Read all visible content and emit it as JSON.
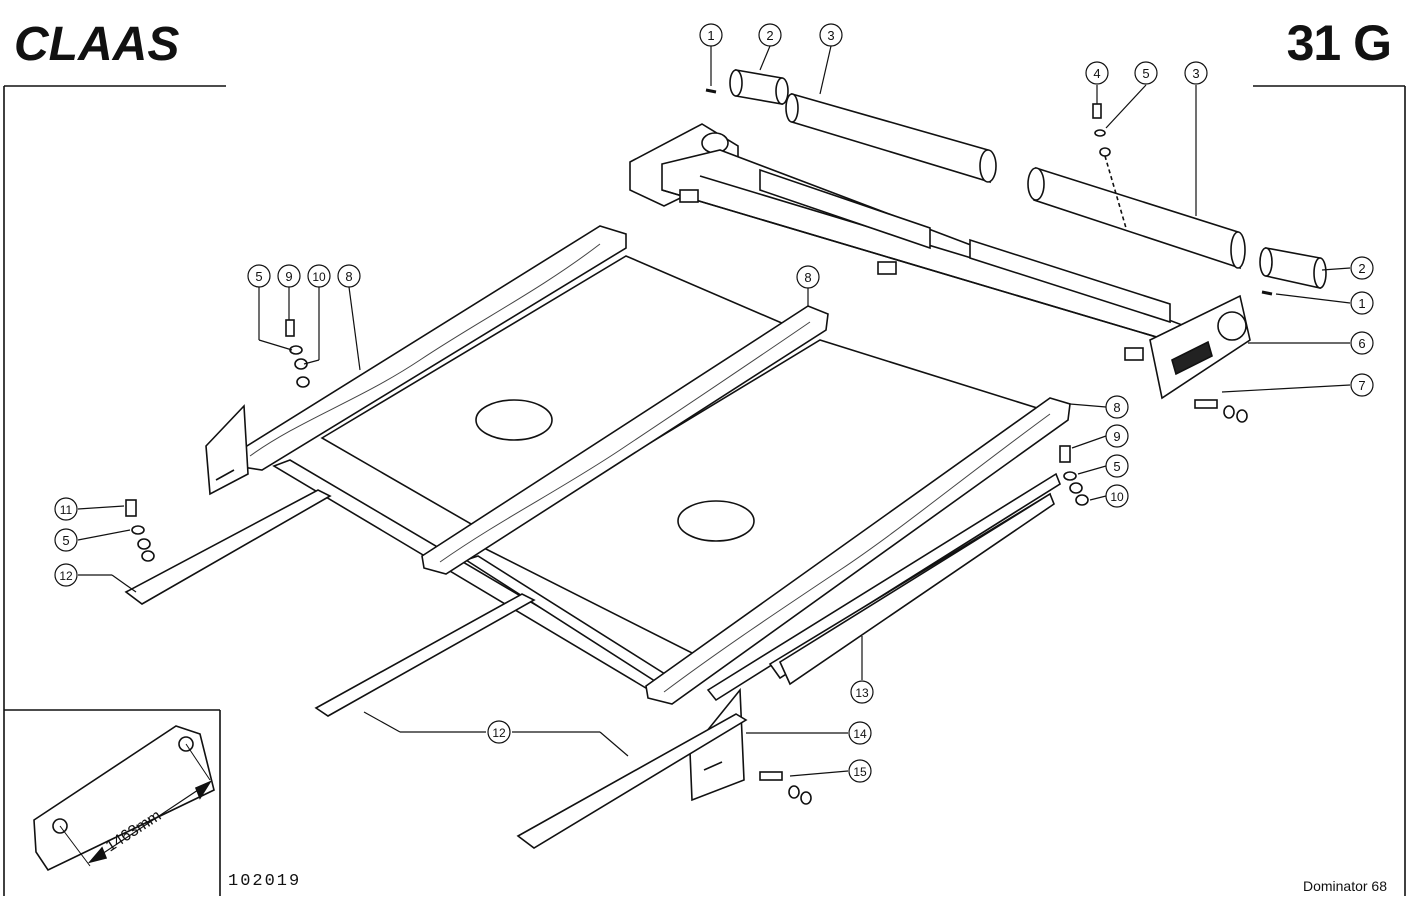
{
  "header": {
    "brand": "CLAAS",
    "page_code": "31 G"
  },
  "footer": {
    "drawing_number": "102019",
    "model": "Dominator 68"
  },
  "inset": {
    "dimension": "1463mm"
  },
  "callouts": [
    "1",
    "2",
    "3",
    "4",
    "5",
    "6",
    "7",
    "8",
    "9",
    "10",
    "11",
    "12",
    "13",
    "14",
    "15"
  ]
}
